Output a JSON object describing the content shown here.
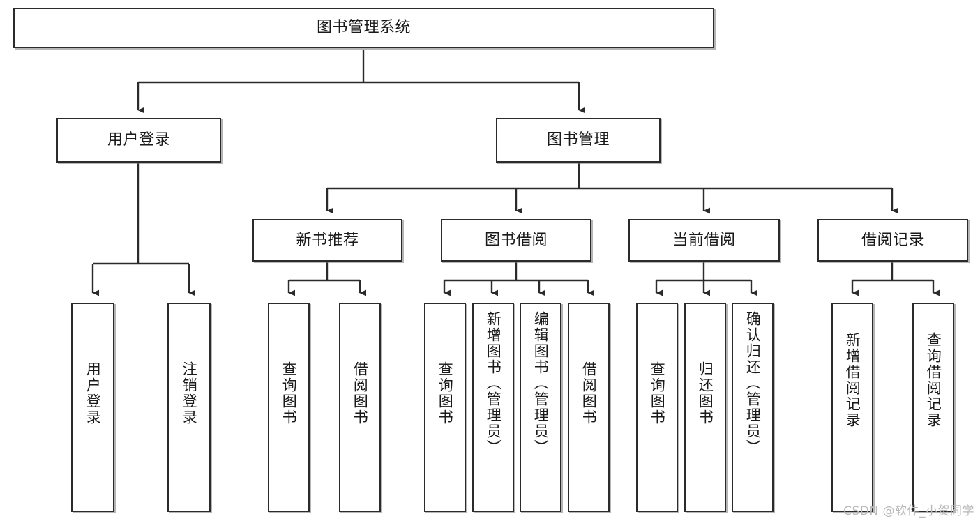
{
  "diagram": {
    "type": "org-chart",
    "title": "图书管理系统",
    "background": "#ffffff",
    "border_color": "#2b2b2b",
    "text_color": "#1a1a1a",
    "nodes": {
      "root": {
        "label": "图书管理系统"
      },
      "level2": [
        {
          "id": "user-login",
          "label": "用户登录"
        },
        {
          "id": "book-manage",
          "label": "图书管理"
        }
      ],
      "level3": [
        {
          "id": "new-book-recommend",
          "label": "新书推荐"
        },
        {
          "id": "book-borrow",
          "label": "图书借阅"
        },
        {
          "id": "current-borrow",
          "label": "当前借阅"
        },
        {
          "id": "borrow-record",
          "label": "借阅记录"
        }
      ],
      "leaves": {
        "user_login": [
          {
            "id": "leaf-user-login",
            "label": "用户登录"
          },
          {
            "id": "leaf-logout-login",
            "label": "注销登录"
          }
        ],
        "new_book_recommend": [
          {
            "id": "leaf-query-book-1",
            "label": "查询图书"
          },
          {
            "id": "leaf-borrow-book-1",
            "label": "借阅图书"
          }
        ],
        "book_borrow": [
          {
            "id": "leaf-query-book-2",
            "label": "查询图书"
          },
          {
            "id": "leaf-add-book",
            "label": "新增图书（管理员）"
          },
          {
            "id": "leaf-edit-book",
            "label": "编辑图书（管理员）"
          },
          {
            "id": "leaf-borrow-book-2",
            "label": "借阅图书"
          }
        ],
        "current_borrow": [
          {
            "id": "leaf-query-book-3",
            "label": "查询图书"
          },
          {
            "id": "leaf-return-book",
            "label": "归还图书"
          },
          {
            "id": "leaf-confirm-return",
            "label": "确认归还（管理员）"
          }
        ],
        "borrow_record": [
          {
            "id": "leaf-add-record",
            "label": "新增借阅记录"
          },
          {
            "id": "leaf-query-record",
            "label": "查询借阅记录"
          }
        ]
      }
    }
  },
  "watermark": {
    "text": "CSDN @软件_小贺同学"
  }
}
